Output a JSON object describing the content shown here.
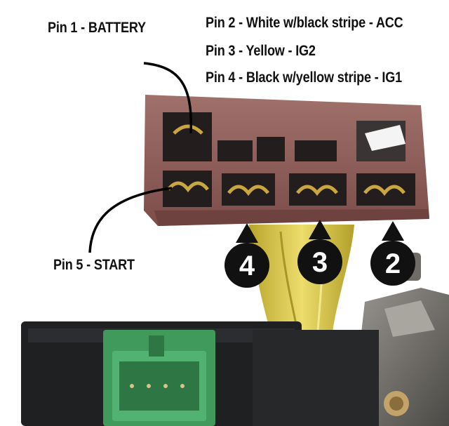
{
  "labels": {
    "pin1": "Pin 1 - BATTERY",
    "pin2": "Pin 2 - White w/black stripe - ACC",
    "pin3": "Pin 3 - Yellow - IG2",
    "pin4": "Pin 4 - Black w/yellow stripe - IG1",
    "pin5": "Pin 5 - START"
  },
  "markers": {
    "m4": "4",
    "m3": "3",
    "m2": "2"
  },
  "colors": {
    "connector_body": "#8c5a56",
    "connector_dark": "#24201f",
    "wire_yellow": "#d9c642",
    "green_connector": "#4aa866",
    "marker_black": "#111111",
    "terminal_gold": "#c9a640"
  }
}
